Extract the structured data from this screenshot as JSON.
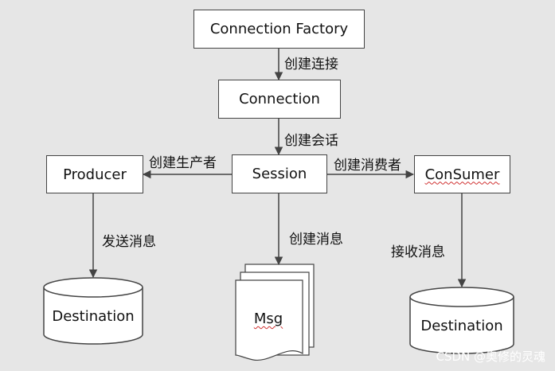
{
  "nodes": {
    "connection_factory": "Connection Factory",
    "connection": "Connection",
    "session": "Session",
    "producer": "Producer",
    "consumer": "ConSumer",
    "msg": "Msg",
    "destination_left": "Destination",
    "destination_right": "Destination"
  },
  "edges": {
    "factory_to_connection": "创建连接",
    "connection_to_session": "创建会话",
    "session_to_producer": "创建生产者",
    "session_to_consumer": "创建消费者",
    "session_to_msg": "创建消息",
    "producer_to_destination": "发送消息",
    "destination_to_consumer": "接收消息"
  },
  "watermark": "CSDN @奥修的灵魂",
  "colors": {
    "background": "#e6e6e6",
    "node_fill": "#ffffff",
    "stroke": "#444444",
    "spellcheck_underline": "#d03030"
  }
}
